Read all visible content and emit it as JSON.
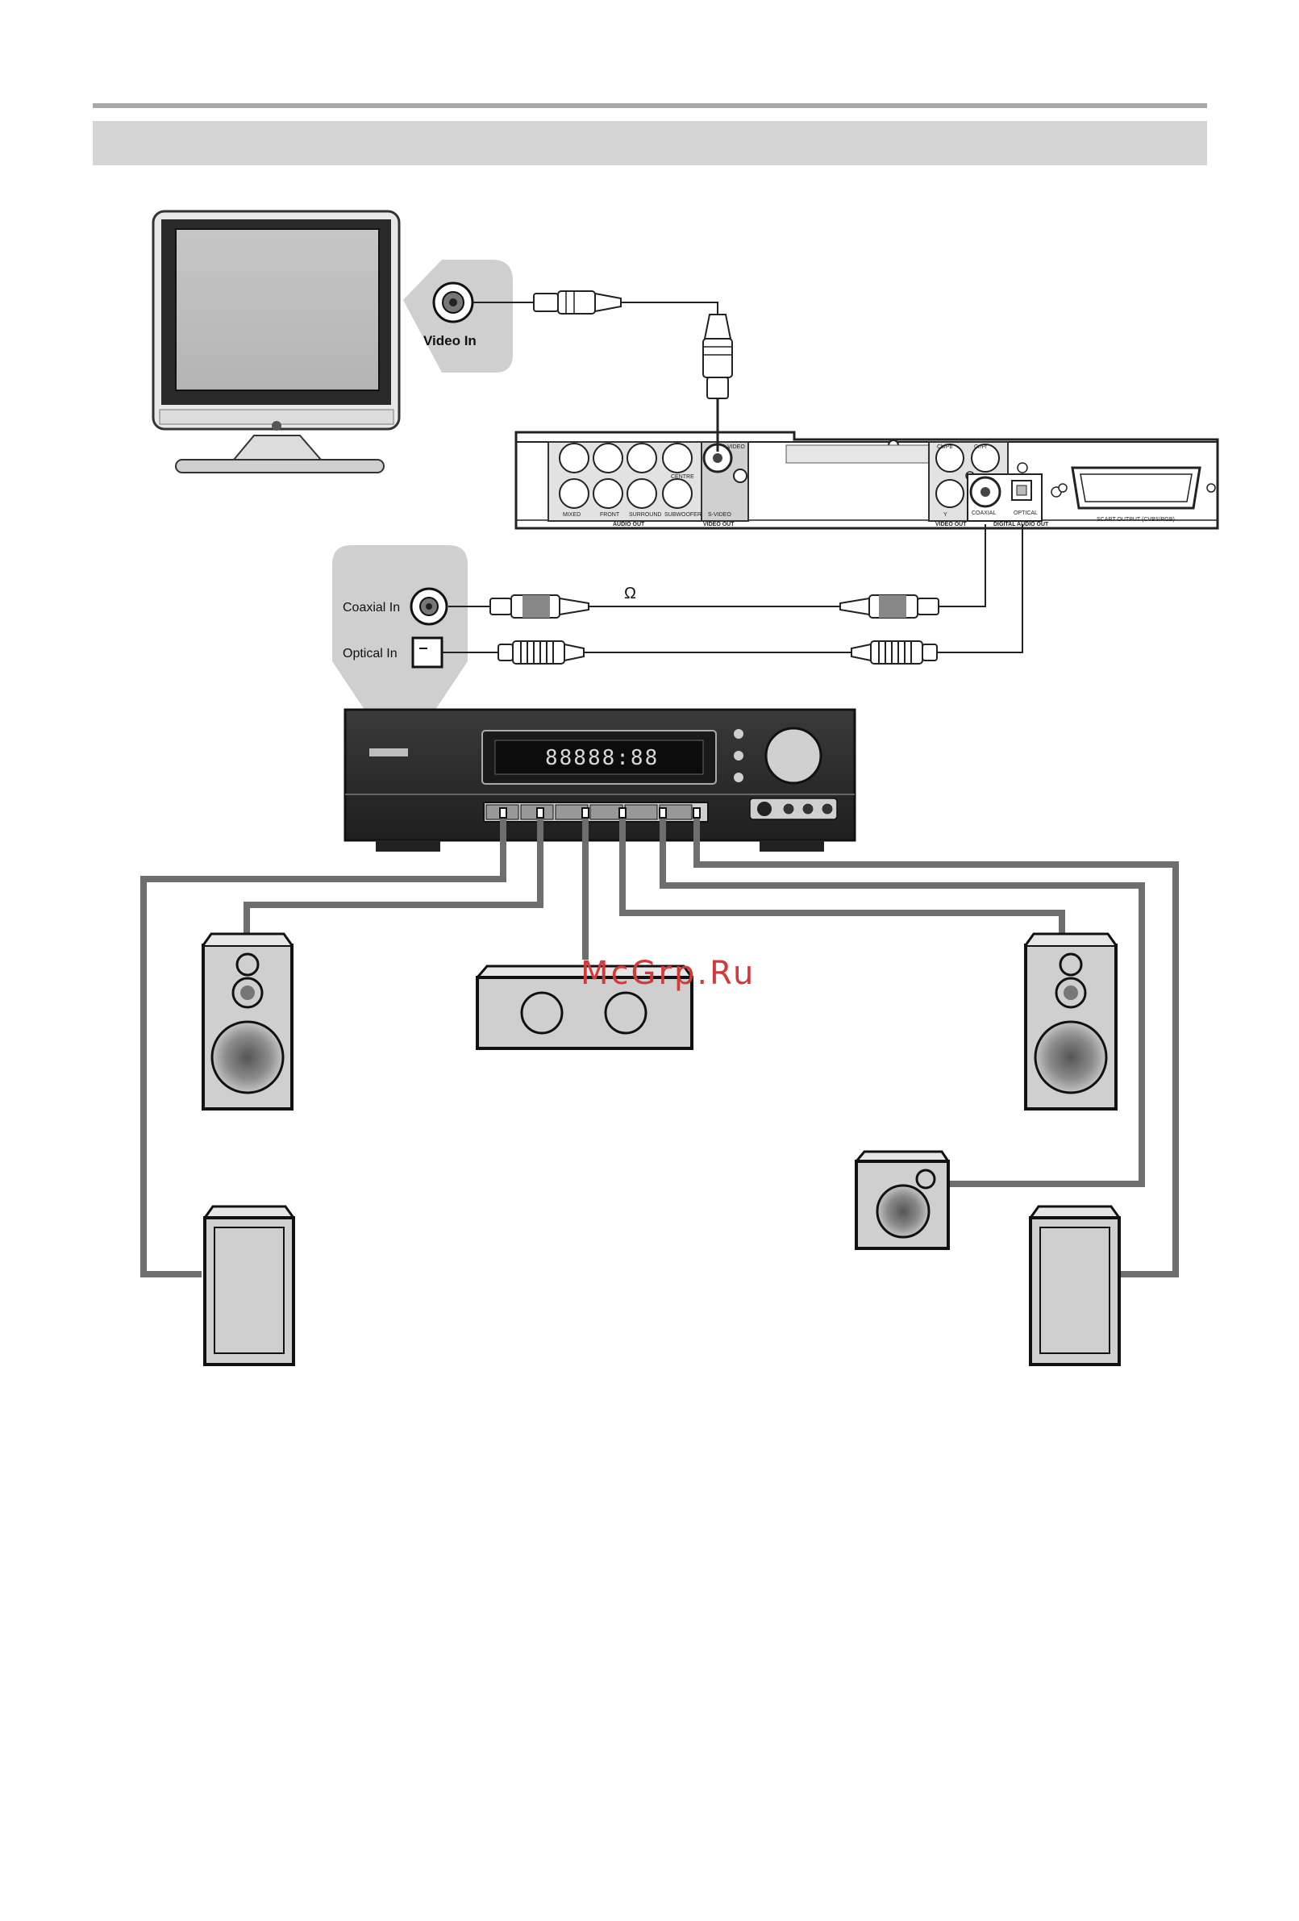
{
  "header": {
    "bar_title": ""
  },
  "tv": {
    "port_label": "Video In"
  },
  "receiver": {
    "coaxial_label": "Coaxial In",
    "optical_label": "Optical In",
    "display_text": "88888:88"
  },
  "cable": {
    "coaxial_spec": "Ω"
  },
  "dvd_panel": {
    "audio_jacks": [
      "MIXED",
      "FRONT",
      "SURROUND",
      "SUBWOOFER"
    ],
    "centre_label": "CENTRE",
    "audio_out_label": "AUDIO OUT",
    "video_label": "VIDEO",
    "svideo_label": "S-VIDEO",
    "video_out_label": "VIDEO OUT",
    "component_labels": [
      "Cb/Pb",
      "Cr/Pr",
      "Y"
    ],
    "component_out_label": "VIDEO OUT",
    "coaxial_label": "COAXIAL",
    "optical_label": "OPTICAL",
    "digital_out_label": "DIGITAL AUDIO OUT",
    "scart_label": "SCART OUTPUT (CVBS/RGB)"
  },
  "watermark": "McGrp.Ru",
  "colors": {
    "header_bar": "#d4d4d4",
    "top_rule": "#a8a8a8",
    "cable": "#6e6e6e",
    "panel": "#d9d9d9",
    "receiver": "#2b2b2b",
    "watermark": "#d23a3a"
  }
}
